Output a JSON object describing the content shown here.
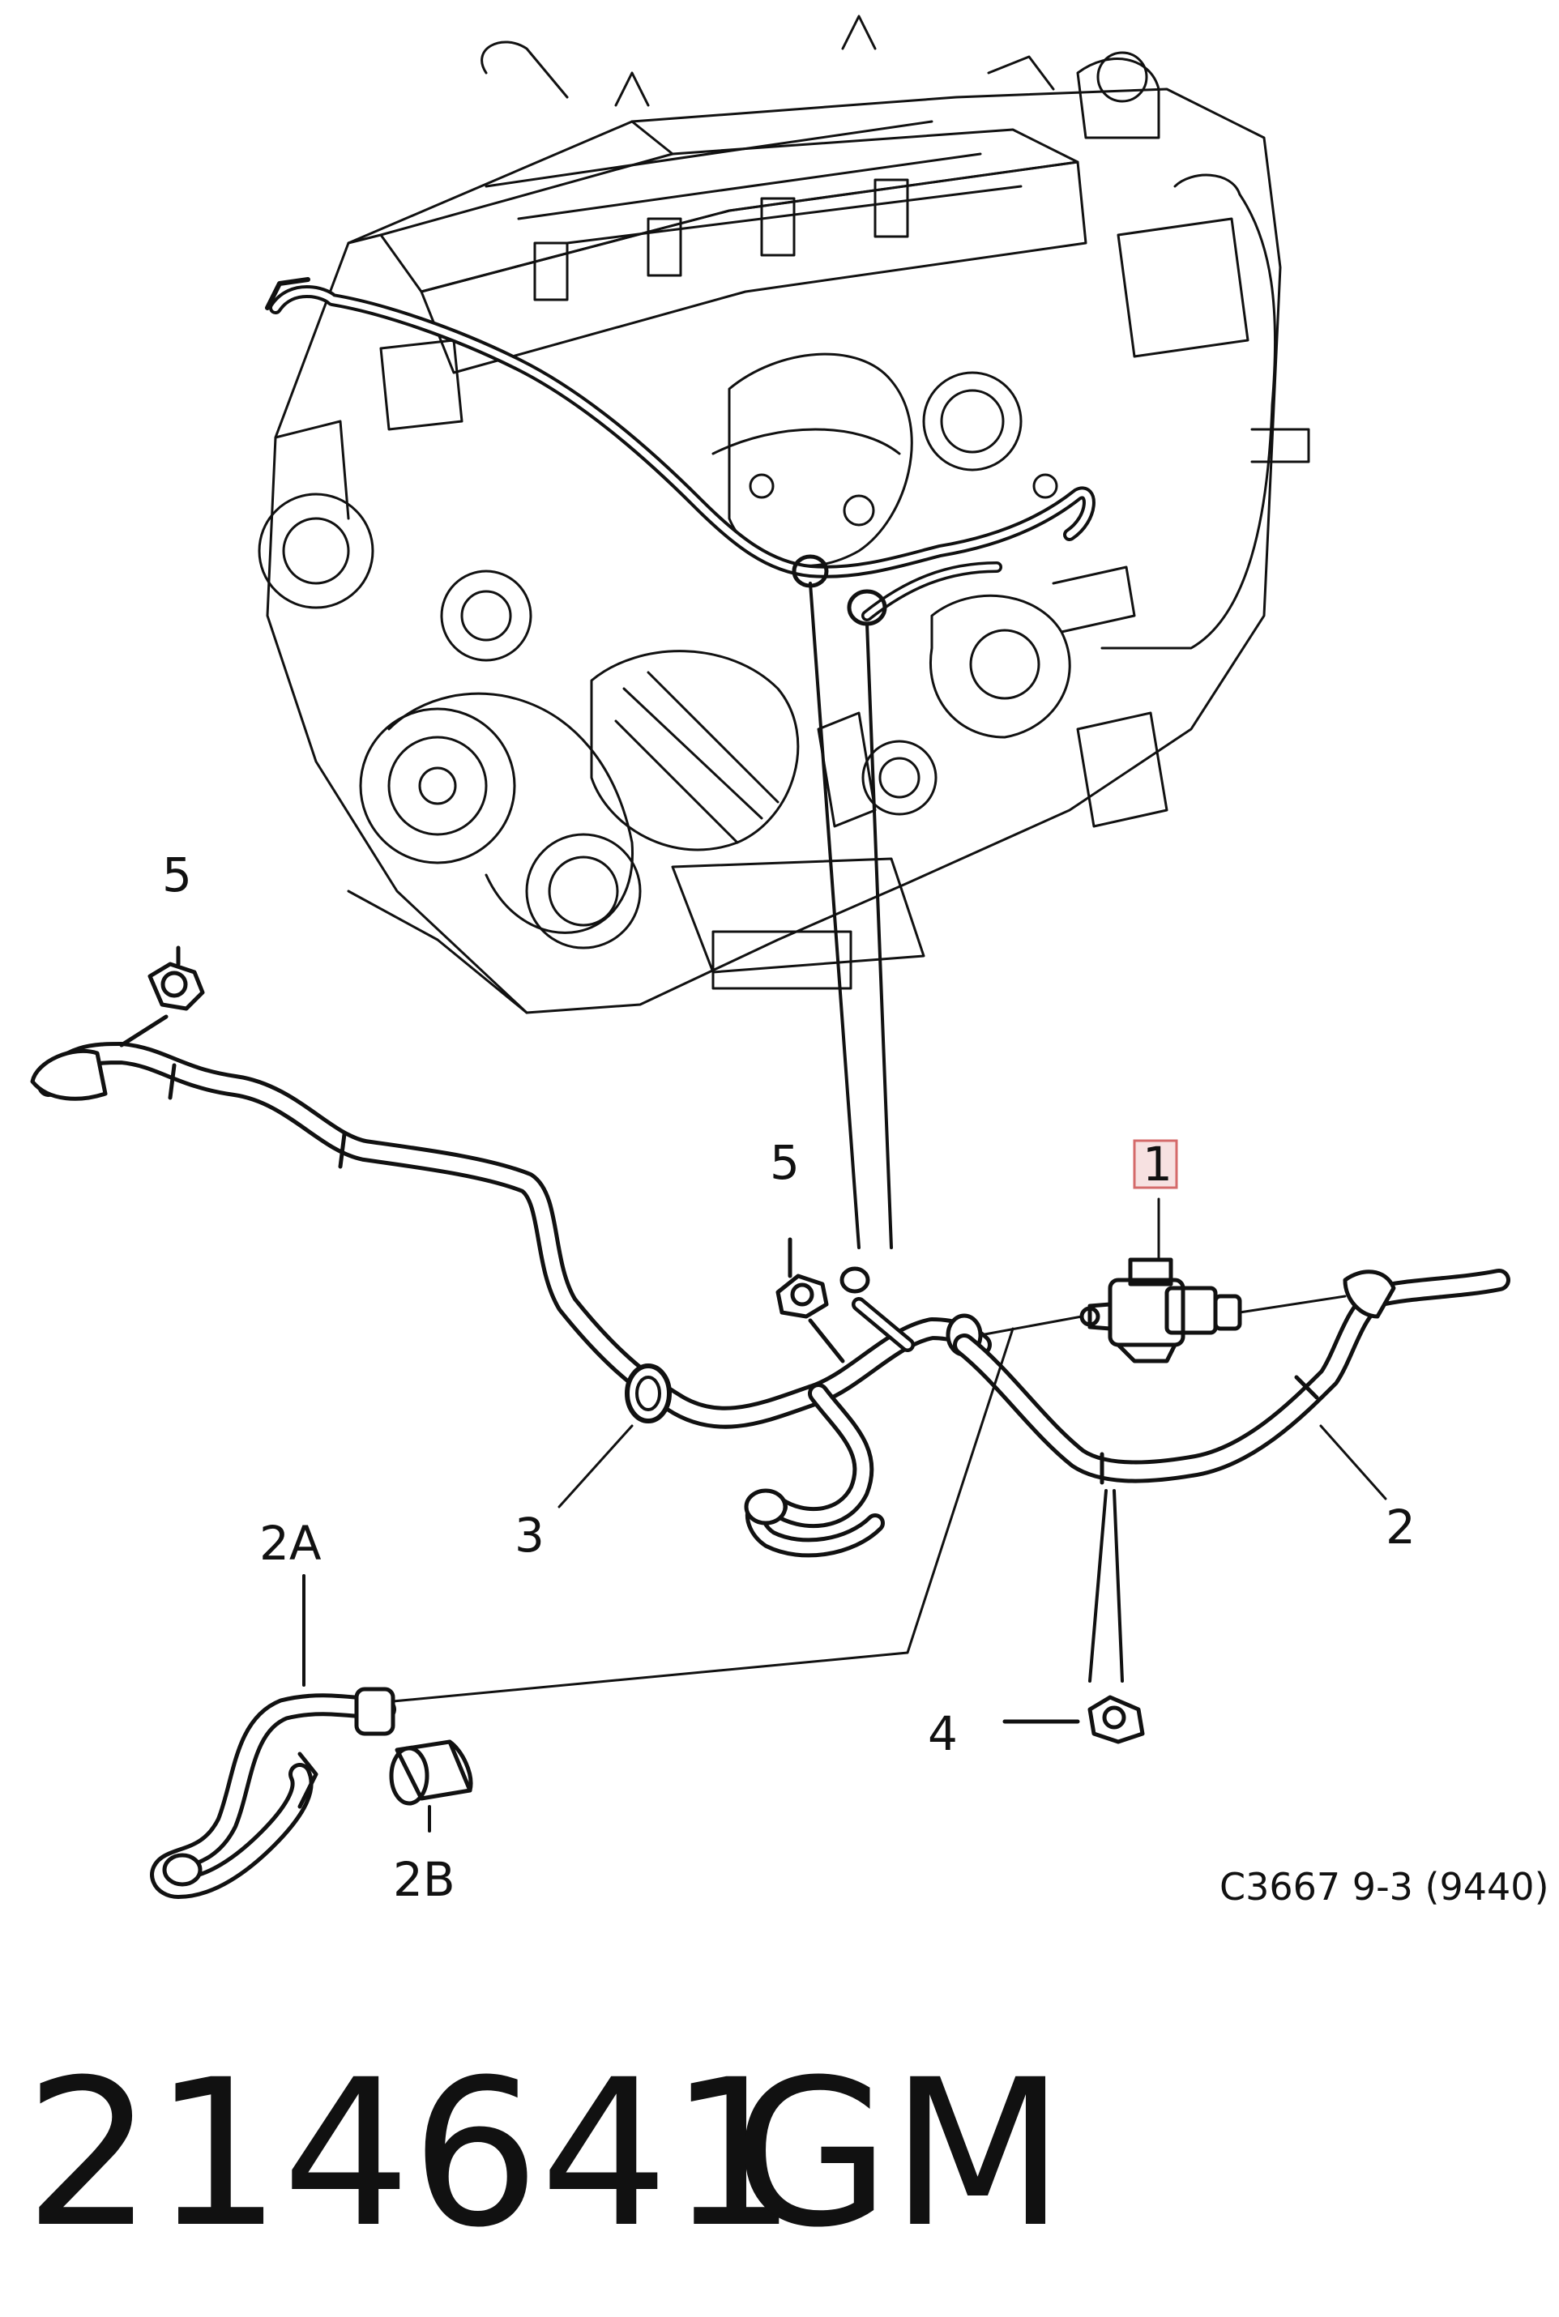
{
  "callouts": {
    "c1": "1",
    "c2": "2",
    "c2a": "2A",
    "c2b": "2B",
    "c3": "3",
    "c4": "4",
    "c5_left": "5",
    "c5_center": "5"
  },
  "reference": "C3667 9-3 (9440)",
  "part_number": "214641",
  "brand": "GM",
  "colors": {
    "ink": "#111111",
    "highlight": "#d46a6a",
    "highlight_fill": "#f7e1e1"
  }
}
